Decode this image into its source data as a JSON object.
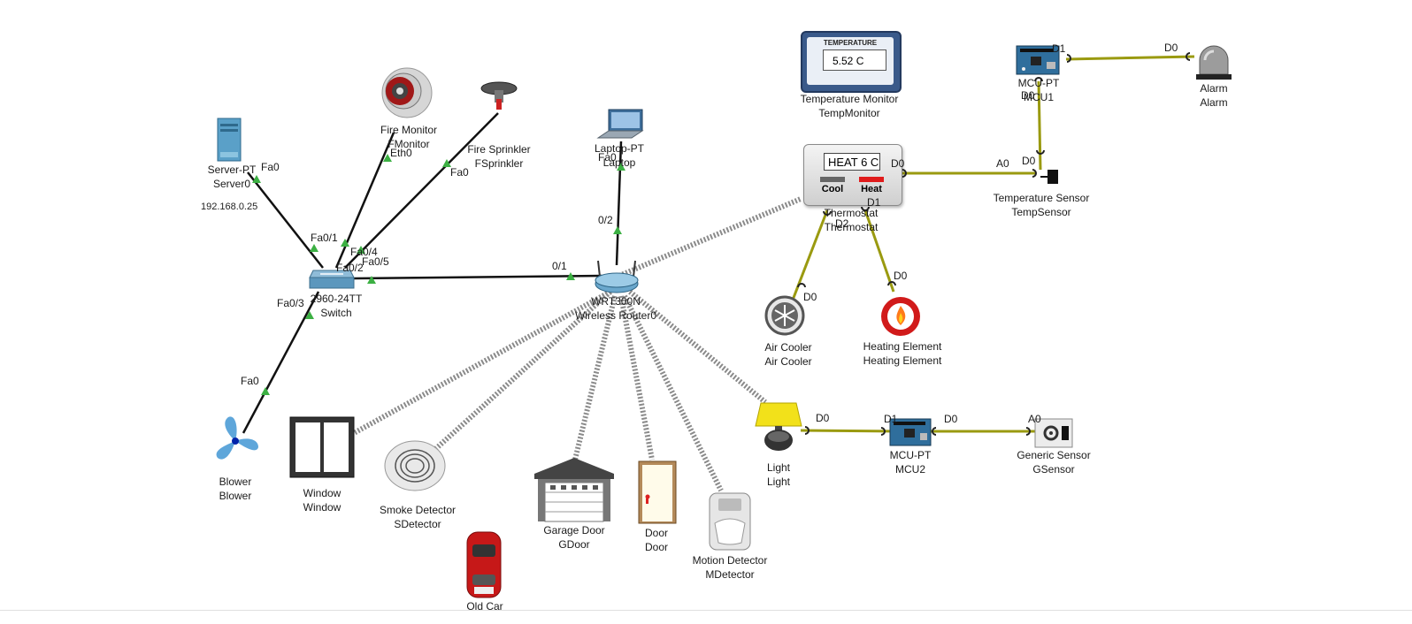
{
  "colors": {
    "ethernet": "#111111",
    "iot": "#9a9a10",
    "wireless": "#8a8a8a",
    "port_up": "#3cb043"
  },
  "devices": {
    "server": {
      "line1": "Server-PT",
      "line2": "Server0",
      "ip": "192.168.0.25"
    },
    "fire_monitor": {
      "line1": "Fire Monitor",
      "line2": "FMonitor"
    },
    "fire_sprinkler": {
      "line1": "Fire Sprinkler",
      "line2": "FSprinkler"
    },
    "laptop": {
      "line1": "Laptop-PT",
      "line2": "Laptop"
    },
    "temp_monitor": {
      "line1": "Temperature Monitor",
      "line2": "TempMonitor",
      "screen_title": "TEMPERATURE",
      "screen_value": "5.52 C"
    },
    "mcu1": {
      "line1": "MCU-PT",
      "line2": "MCU1"
    },
    "alarm": {
      "line1": "Alarm",
      "line2": "Alarm"
    },
    "thermostat": {
      "line1": "Thermostat",
      "line2": "Thermostat",
      "display": "HEAT  6 C",
      "cool": "Cool",
      "heat": "Heat"
    },
    "temp_sensor": {
      "line1": "Temperature Sensor",
      "line2": "TempSensor"
    },
    "switch": {
      "line1": "2960-24TT",
      "line2": "Switch"
    },
    "router": {
      "line1": "WRT300N",
      "line2": "Wireless Router0"
    },
    "air_cooler": {
      "line1": "Air Cooler",
      "line2": "Air Cooler"
    },
    "heating": {
      "line1": "Heating Element",
      "line2": "Heating Element"
    },
    "blower": {
      "line1": "Blower",
      "line2": "Blower"
    },
    "window": {
      "line1": "Window",
      "line2": "Window"
    },
    "smoke": {
      "line1": "Smoke Detector",
      "line2": "SDetector"
    },
    "garage": {
      "line1": "Garage Door",
      "line2": "GDoor"
    },
    "door": {
      "line1": "Door",
      "line2": "Door"
    },
    "motion": {
      "line1": "Motion Detector",
      "line2": "MDetector"
    },
    "light": {
      "line1": "Light",
      "line2": "Light"
    },
    "mcu2": {
      "line1": "MCU-PT",
      "line2": "MCU2"
    },
    "generic": {
      "line1": "Generic Sensor",
      "line2": "GSensor"
    },
    "car": {
      "line1": "Old Car"
    }
  },
  "ports": {
    "server_fa0": "Fa0",
    "sw_fa01": "Fa0/1",
    "fm_eth0": "Eth0",
    "fs_fa0": "Fa0",
    "sw_fa04": "Fa0/4",
    "sw_fa02": "Fa0/2",
    "sw_fa05": "Fa0/5",
    "sw_fa03": "Fa0/3",
    "rt_01": "0/1",
    "rt_02": "0/2",
    "lap_fa0": "Fa0",
    "blower_fa0": "Fa0",
    "mcu1_d1": "D1",
    "alarm_d0": "D0",
    "mcu1_d0": "D0",
    "ts_d0": "D0",
    "ts_a0": "A0",
    "th_d0": "D0",
    "th_d1": "D1",
    "th_d2": "D2",
    "ac_d0": "D0",
    "he_d0": "D0",
    "light_d0": "D0",
    "mcu2_d1": "D1",
    "mcu2_d0": "D0",
    "gs_a0": "A0"
  }
}
